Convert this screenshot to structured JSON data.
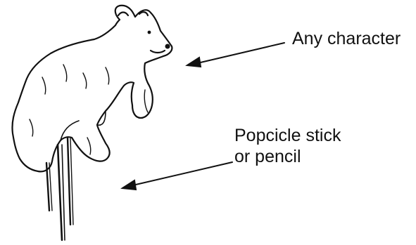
{
  "labels": {
    "character": "Any character",
    "stick_line1": "Popcicle stick",
    "stick_line2": "or pencil"
  },
  "colors": {
    "ink": "#111111",
    "background": "#ffffff"
  }
}
